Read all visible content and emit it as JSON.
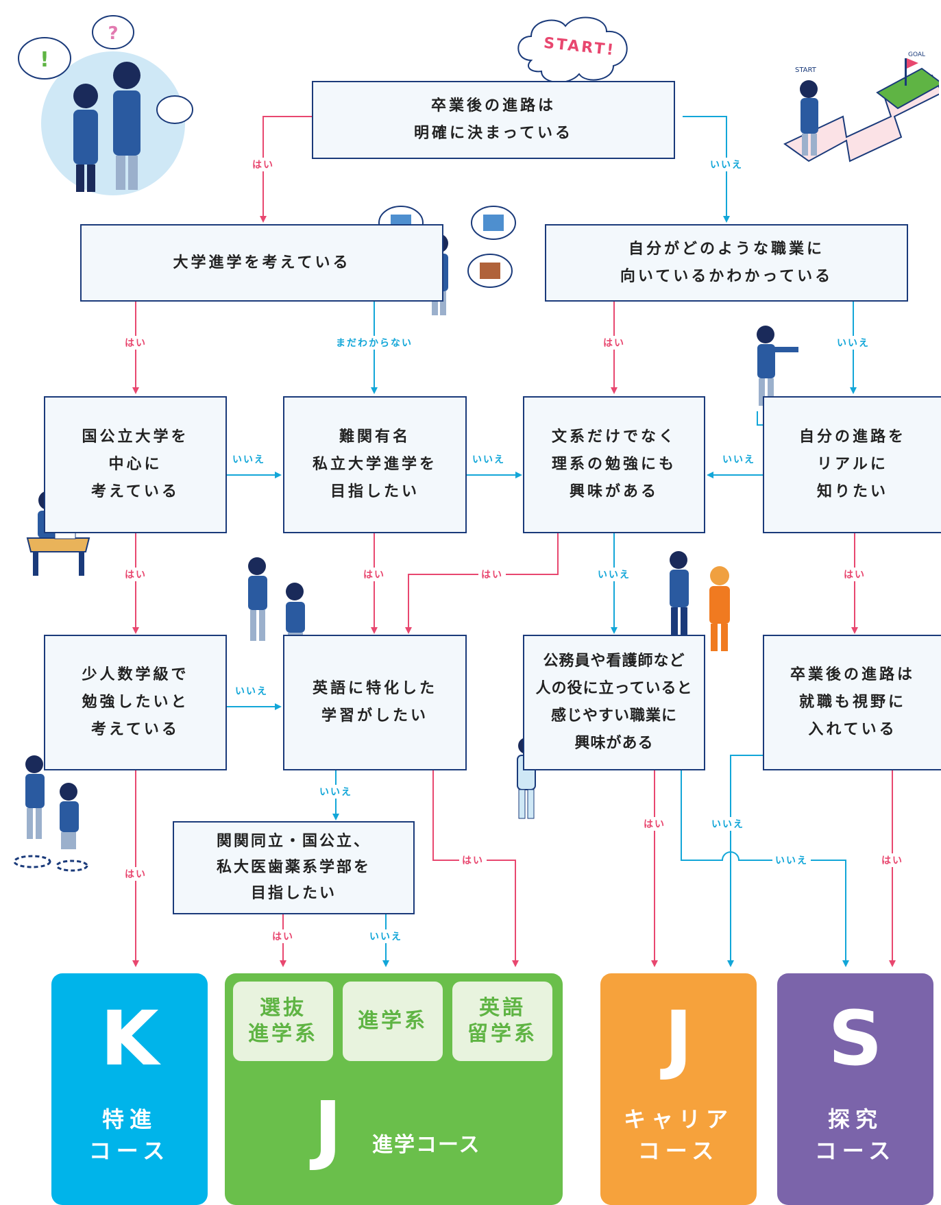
{
  "start_label": "START!",
  "nodes": {
    "n1": "卒業後の進路は\n明確に決まっている",
    "n2": "大学進学を考えている",
    "n3": "自分がどのような職業に\n向いているかわかっている",
    "n4": "国公立大学を\n中心に\n考えている",
    "n5": "難関有名\n私立大学進学を\n目指したい",
    "n6": "文系だけでなく\n理系の勉強にも\n興味がある",
    "n7": "自分の進路を\nリアルに\n知りたい",
    "n8": "少人数学級で\n勉強したいと\n考えている",
    "n9": "英語に特化した\n学習がしたい",
    "n10": "公務員や看護師など\n人の役に立っていると\n感じやすい職業に\n興味がある",
    "n11": "卒業後の進路は\n就職も視野に\n入れている",
    "n12": "関関同立・国公立、\n私大医歯薬系学部を\n目指したい"
  },
  "labels": {
    "yes": "はい",
    "no": "いいえ",
    "unsure": "まだわからない"
  },
  "courses": {
    "k": {
      "letter": "K",
      "name": "特進\nコース",
      "color": "#00b4ea"
    },
    "j_shingaku": {
      "letter": "J",
      "name": "進学コース",
      "color": "#6abf4b",
      "subs": [
        "選抜\n進学系",
        "進学系",
        "英語\n留学系"
      ]
    },
    "j_career": {
      "letter": "J",
      "name": "キャリア\nコース",
      "color": "#f6a23c"
    },
    "s": {
      "letter": "S",
      "name": "探究\nコース",
      "color": "#7b64aa"
    }
  },
  "illustration_text": {
    "start": "START",
    "goal": "GOAL",
    "exclaim": "!",
    "question": "?"
  },
  "colors": {
    "yes": "#e8476f",
    "no": "#12a6d8",
    "border": "#1a3a7a"
  }
}
